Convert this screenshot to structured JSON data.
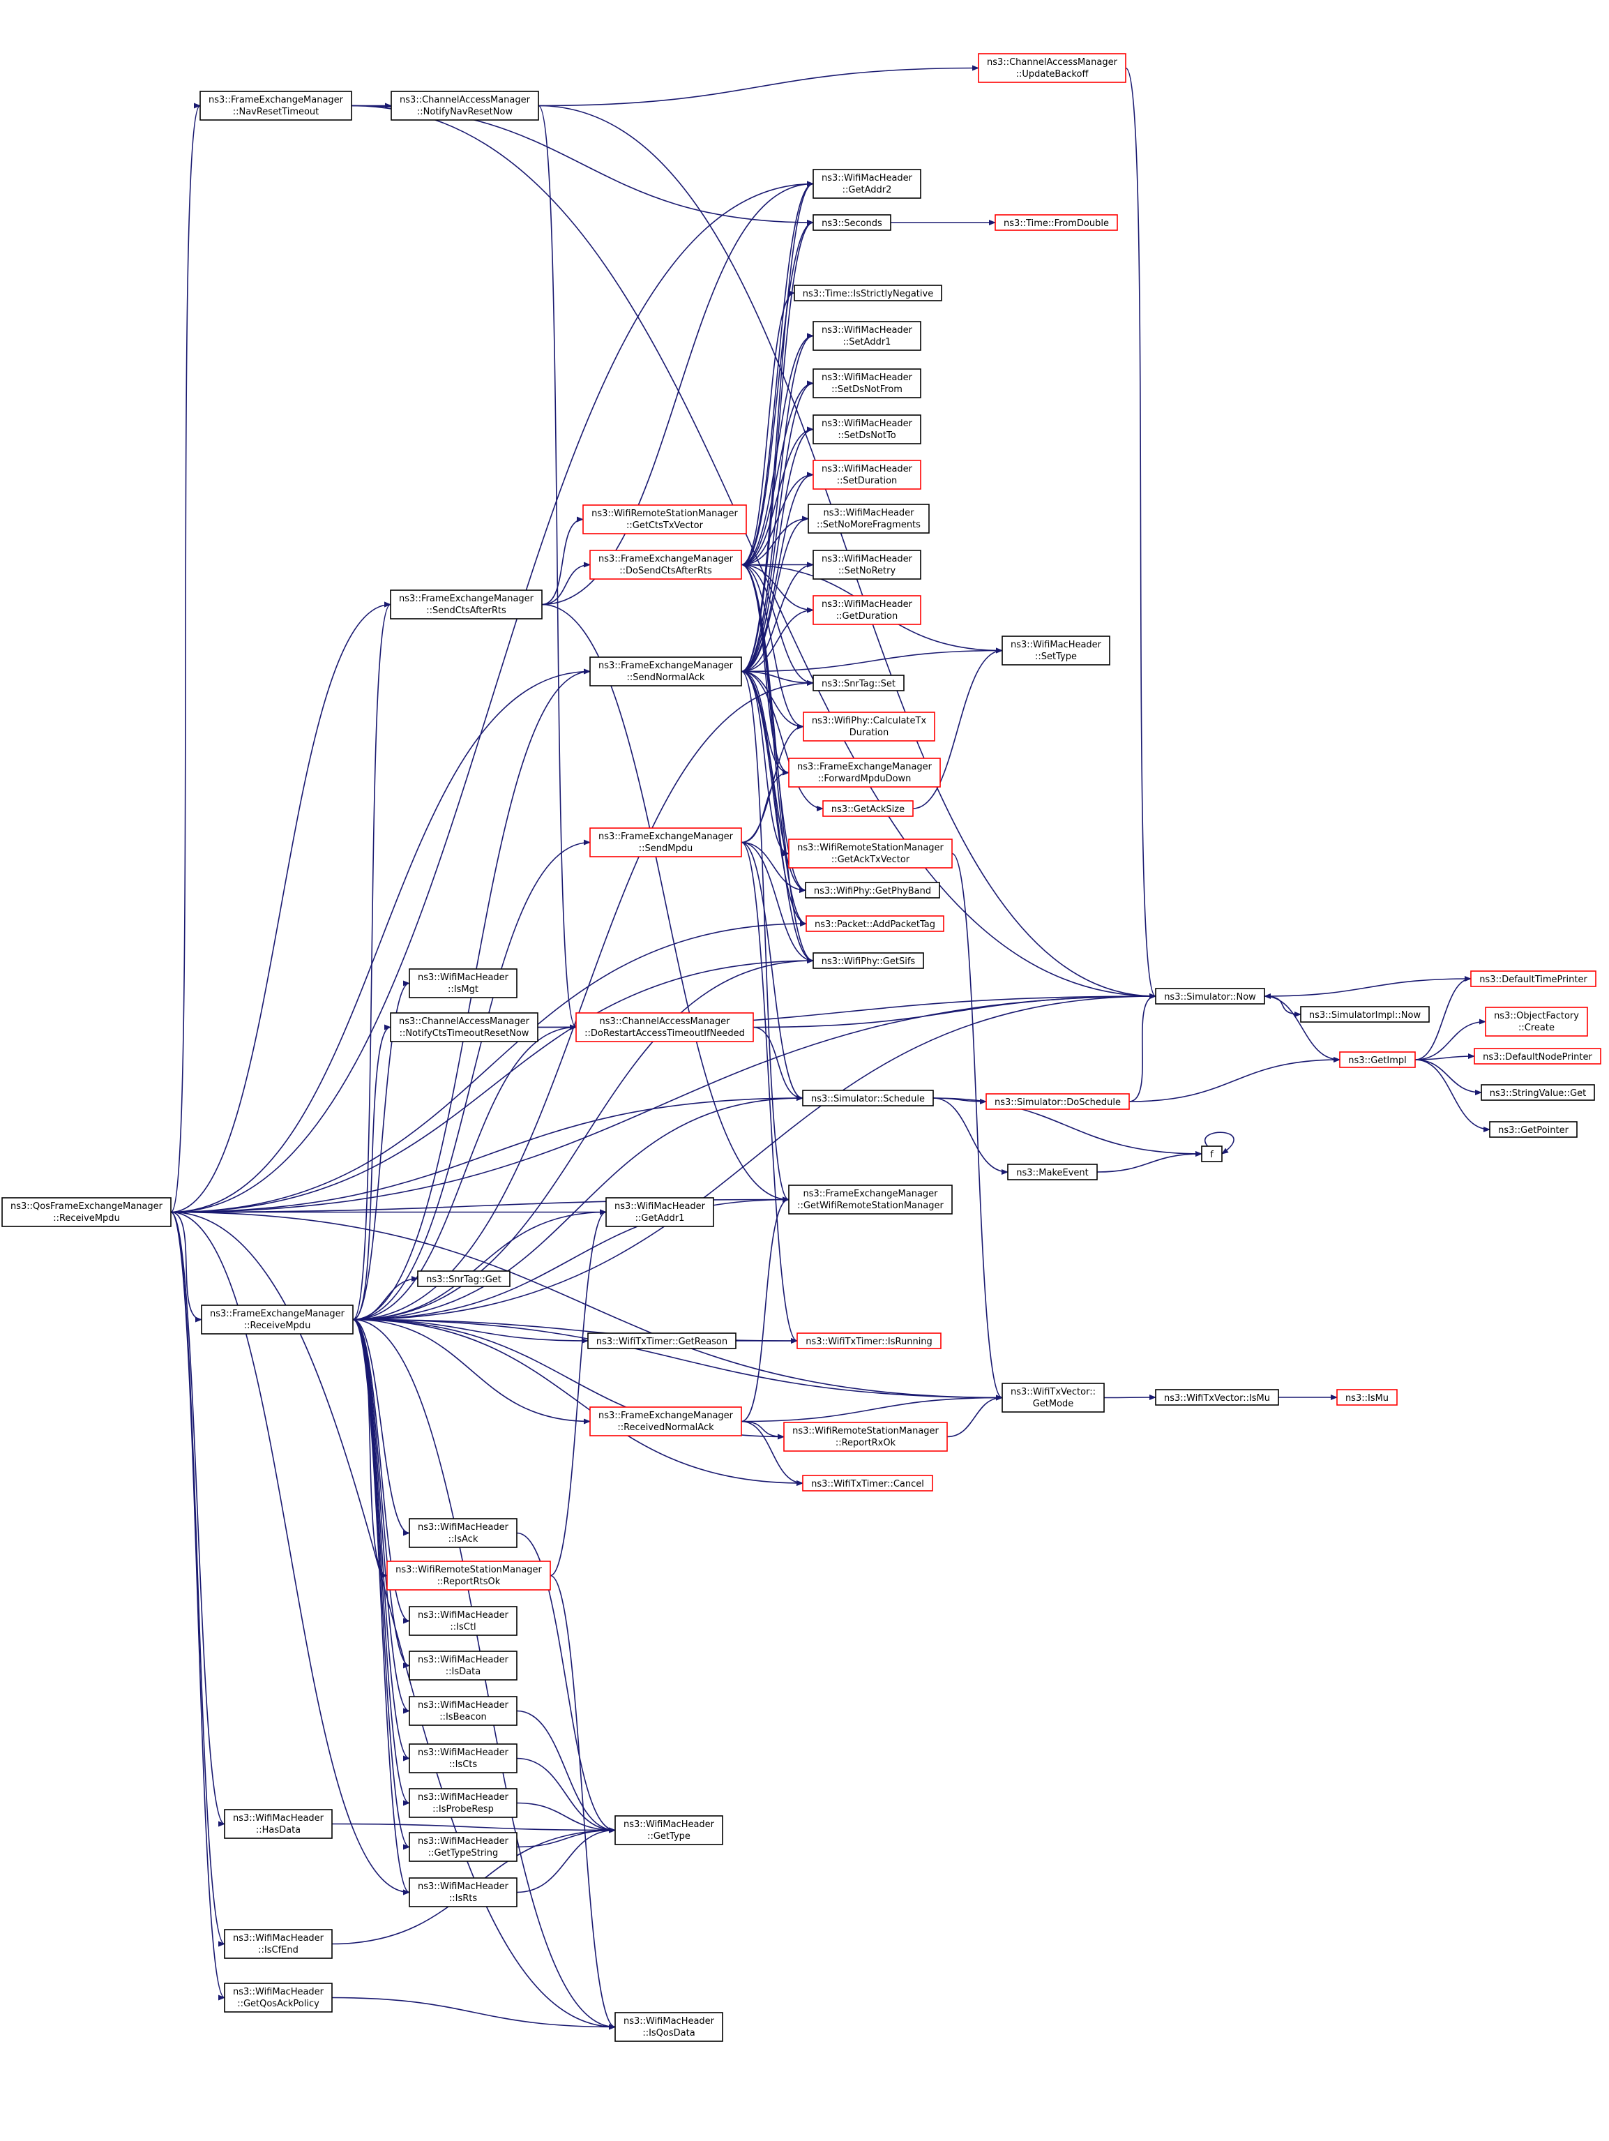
{
  "colors": {
    "edge": "#191970",
    "black": "#000000",
    "red": "#ff0000",
    "root_fill": "#bfbfbf",
    "node_fill": "#ffffff"
  },
  "nodes": [
    {
      "id": "root",
      "lines": [
        "ns3::QosFrameExchangeManager",
        "::ReceiveMpdu"
      ],
      "border": "black",
      "root": true
    },
    {
      "id": "navReset",
      "lines": [
        "ns3::FrameExchangeManager",
        "::NavResetTimeout"
      ],
      "border": "black"
    },
    {
      "id": "notifyNav",
      "lines": [
        "ns3::ChannelAccessManager",
        "::NotifyNavResetNow"
      ],
      "border": "black"
    },
    {
      "id": "updateBackoff",
      "lines": [
        "ns3::ChannelAccessManager",
        "::UpdateBackoff"
      ],
      "border": "red"
    },
    {
      "id": "getAddr2",
      "lines": [
        "ns3::WifiMacHeader",
        "::GetAddr2"
      ],
      "border": "black"
    },
    {
      "id": "seconds",
      "lines": [
        "ns3::Seconds"
      ],
      "border": "black"
    },
    {
      "id": "fromDouble",
      "lines": [
        "ns3::Time::FromDouble"
      ],
      "border": "red"
    },
    {
      "id": "isStrictlyNeg",
      "lines": [
        "ns3::Time::IsStrictlyNegative"
      ],
      "border": "black"
    },
    {
      "id": "setAddr1",
      "lines": [
        "ns3::WifiMacHeader",
        "::SetAddr1"
      ],
      "border": "black"
    },
    {
      "id": "setDsNotFrom",
      "lines": [
        "ns3::WifiMacHeader",
        "::SetDsNotFrom"
      ],
      "border": "black"
    },
    {
      "id": "setDsNotTo",
      "lines": [
        "ns3::WifiMacHeader",
        "::SetDsNotTo"
      ],
      "border": "black"
    },
    {
      "id": "setDuration",
      "lines": [
        "ns3::WifiMacHeader",
        "::SetDuration"
      ],
      "border": "red"
    },
    {
      "id": "setNoMoreFrag",
      "lines": [
        "ns3::WifiMacHeader",
        "::SetNoMoreFragments"
      ],
      "border": "black"
    },
    {
      "id": "setNoRetry",
      "lines": [
        "ns3::WifiMacHeader",
        "::SetNoRetry"
      ],
      "border": "black"
    },
    {
      "id": "getDuration",
      "lines": [
        "ns3::WifiMacHeader",
        "::GetDuration"
      ],
      "border": "red"
    },
    {
      "id": "getCtsTxVector",
      "lines": [
        "ns3::WifiRemoteStationManager",
        "::GetCtsTxVector"
      ],
      "border": "red"
    },
    {
      "id": "doSendCts",
      "lines": [
        "ns3::FrameExchangeManager",
        "::DoSendCtsAfterRts"
      ],
      "border": "red"
    },
    {
      "id": "sendCts",
      "lines": [
        "ns3::FrameExchangeManager",
        "::SendCtsAfterRts"
      ],
      "border": "black"
    },
    {
      "id": "sendNormalAck",
      "lines": [
        "ns3::FrameExchangeManager",
        "::SendNormalAck"
      ],
      "border": "black"
    },
    {
      "id": "setType",
      "lines": [
        "ns3::WifiMacHeader",
        "::SetType"
      ],
      "border": "black"
    },
    {
      "id": "snrSet",
      "lines": [
        "ns3::SnrTag::Set"
      ],
      "border": "black"
    },
    {
      "id": "calcTxDur",
      "lines": [
        "ns3::WifiPhy::CalculateTx",
        "Duration"
      ],
      "border": "red"
    },
    {
      "id": "fwdMpduDown",
      "lines": [
        "ns3::FrameExchangeManager",
        "::ForwardMpduDown"
      ],
      "border": "red"
    },
    {
      "id": "getAckSize",
      "lines": [
        "ns3::GetAckSize"
      ],
      "border": "red"
    },
    {
      "id": "sendMpdu",
      "lines": [
        "ns3::FrameExchangeManager",
        "::SendMpdu"
      ],
      "border": "red"
    },
    {
      "id": "getAckTxVector",
      "lines": [
        "ns3::WifiRemoteStationManager",
        "::GetAckTxVector"
      ],
      "border": "red"
    },
    {
      "id": "getPhyBand",
      "lines": [
        "ns3::WifiPhy::GetPhyBand"
      ],
      "border": "black"
    },
    {
      "id": "addPacketTag",
      "lines": [
        "ns3::Packet::AddPacketTag"
      ],
      "border": "red"
    },
    {
      "id": "getSifs",
      "lines": [
        "ns3::WifiPhy::GetSifs"
      ],
      "border": "black"
    },
    {
      "id": "isMgt",
      "lines": [
        "ns3::WifiMacHeader",
        "::IsMgt"
      ],
      "border": "black"
    },
    {
      "id": "notifyCtsTimeout",
      "lines": [
        "ns3::ChannelAccessManager",
        "::NotifyCtsTimeoutResetNow"
      ],
      "border": "black"
    },
    {
      "id": "doRestart",
      "lines": [
        "ns3::ChannelAccessManager",
        "::DoRestartAccessTimeoutIfNeeded"
      ],
      "border": "red"
    },
    {
      "id": "simNow",
      "lines": [
        "ns3::Simulator::Now"
      ],
      "border": "black"
    },
    {
      "id": "simImplNow",
      "lines": [
        "ns3::SimulatorImpl::Now"
      ],
      "border": "black"
    },
    {
      "id": "defTimePrinter",
      "lines": [
        "ns3::DefaultTimePrinter"
      ],
      "border": "red"
    },
    {
      "id": "objFactory",
      "lines": [
        "ns3::ObjectFactory",
        "::Create"
      ],
      "border": "red"
    },
    {
      "id": "getImpl",
      "lines": [
        "ns3::GetImpl"
      ],
      "border": "red"
    },
    {
      "id": "defNodePrinter",
      "lines": [
        "ns3::DefaultNodePrinter"
      ],
      "border": "red"
    },
    {
      "id": "strValGet",
      "lines": [
        "ns3::StringValue::Get"
      ],
      "border": "black"
    },
    {
      "id": "getPointer",
      "lines": [
        "ns3::GetPointer"
      ],
      "border": "black"
    },
    {
      "id": "simSchedule",
      "lines": [
        "ns3::Simulator::Schedule"
      ],
      "border": "black"
    },
    {
      "id": "simDoSchedule",
      "lines": [
        "ns3::Simulator::DoSchedule"
      ],
      "border": "red"
    },
    {
      "id": "f",
      "lines": [
        "f"
      ],
      "border": "black"
    },
    {
      "id": "makeEvent",
      "lines": [
        "ns3::MakeEvent"
      ],
      "border": "black"
    },
    {
      "id": "getWrsm",
      "lines": [
        "ns3::FrameExchangeManager",
        "::GetWifiRemoteStationManager"
      ],
      "border": "black"
    },
    {
      "id": "getAddr1",
      "lines": [
        "ns3::WifiMacHeader",
        "::GetAddr1"
      ],
      "border": "black"
    },
    {
      "id": "snrGet",
      "lines": [
        "ns3::SnrTag::Get"
      ],
      "border": "black"
    },
    {
      "id": "receiveMpdu",
      "lines": [
        "ns3::FrameExchangeManager",
        "::ReceiveMpdu"
      ],
      "border": "black"
    },
    {
      "id": "getReason",
      "lines": [
        "ns3::WifiTxTimer::GetReason"
      ],
      "border": "black"
    },
    {
      "id": "isRunning",
      "lines": [
        "ns3::WifiTxTimer::IsRunning"
      ],
      "border": "red"
    },
    {
      "id": "getMode",
      "lines": [
        "ns3::WifiTxVector::",
        "GetMode"
      ],
      "border": "black"
    },
    {
      "id": "isMuVec",
      "lines": [
        "ns3::WifiTxVector::IsMu"
      ],
      "border": "black"
    },
    {
      "id": "isMu",
      "lines": [
        "ns3::IsMu"
      ],
      "border": "red"
    },
    {
      "id": "recvNormalAck",
      "lines": [
        "ns3::FrameExchangeManager",
        "::ReceivedNormalAck"
      ],
      "border": "red"
    },
    {
      "id": "reportRxOk",
      "lines": [
        "ns3::WifiRemoteStationManager",
        "::ReportRxOk"
      ],
      "border": "red"
    },
    {
      "id": "txCancel",
      "lines": [
        "ns3::WifiTxTimer::Cancel"
      ],
      "border": "red"
    },
    {
      "id": "isAck",
      "lines": [
        "ns3::WifiMacHeader",
        "::IsAck"
      ],
      "border": "black"
    },
    {
      "id": "reportRtsOk",
      "lines": [
        "ns3::WifiRemoteStationManager",
        "::ReportRtsOk"
      ],
      "border": "red"
    },
    {
      "id": "isCtl",
      "lines": [
        "ns3::WifiMacHeader",
        "::IsCtl"
      ],
      "border": "black"
    },
    {
      "id": "isData",
      "lines": [
        "ns3::WifiMacHeader",
        "::IsData"
      ],
      "border": "black"
    },
    {
      "id": "isBeacon",
      "lines": [
        "ns3::WifiMacHeader",
        "::IsBeacon"
      ],
      "border": "black"
    },
    {
      "id": "isCts",
      "lines": [
        "ns3::WifiMacHeader",
        "::IsCts"
      ],
      "border": "black"
    },
    {
      "id": "isProbeResp",
      "lines": [
        "ns3::WifiMacHeader",
        "::IsProbeResp"
      ],
      "border": "black"
    },
    {
      "id": "getTypeString",
      "lines": [
        "ns3::WifiMacHeader",
        "::GetTypeString"
      ],
      "border": "black"
    },
    {
      "id": "getType",
      "lines": [
        "ns3::WifiMacHeader",
        "::GetType"
      ],
      "border": "black"
    },
    {
      "id": "hasData",
      "lines": [
        "ns3::WifiMacHeader",
        "::HasData"
      ],
      "border": "black"
    },
    {
      "id": "isRts",
      "lines": [
        "ns3::WifiMacHeader",
        "::IsRts"
      ],
      "border": "black"
    },
    {
      "id": "isCfEnd",
      "lines": [
        "ns3::WifiMacHeader",
        "::IsCfEnd"
      ],
      "border": "black"
    },
    {
      "id": "getQosAck",
      "lines": [
        "ns3::WifiMacHeader",
        "::GetQosAckPolicy"
      ],
      "border": "black"
    },
    {
      "id": "isQosData",
      "lines": [
        "ns3::WifiMacHeader",
        "::IsQosData"
      ],
      "border": "black"
    }
  ],
  "edges": [
    [
      "root",
      "navReset"
    ],
    [
      "root",
      "getAddr2"
    ],
    [
      "root",
      "simNow"
    ],
    [
      "root",
      "sendCts"
    ],
    [
      "root",
      "sendNormalAck"
    ],
    [
      "root",
      "addPacketTag"
    ],
    [
      "root",
      "getSifs"
    ],
    [
      "root",
      "simSchedule"
    ],
    [
      "root",
      "getAddr1"
    ],
    [
      "root",
      "receiveMpdu"
    ],
    [
      "root",
      "getWrsm"
    ],
    [
      "root",
      "hasData"
    ],
    [
      "root",
      "isRts"
    ],
    [
      "root",
      "isCfEnd"
    ],
    [
      "root",
      "getQosAck"
    ],
    [
      "root",
      "isQosData"
    ],
    [
      "root",
      "getMode"
    ],
    [
      "navReset",
      "notifyNav"
    ],
    [
      "navReset",
      "simNow"
    ],
    [
      "navReset",
      "seconds"
    ],
    [
      "notifyNav",
      "updateBackoff"
    ],
    [
      "notifyNav",
      "simNow"
    ],
    [
      "notifyNav",
      "doRestart"
    ],
    [
      "updateBackoff",
      "simNow"
    ],
    [
      "seconds",
      "fromDouble"
    ],
    [
      "sendCts",
      "getCtsTxVector"
    ],
    [
      "sendCts",
      "doSendCts"
    ],
    [
      "sendCts",
      "getAddr2"
    ],
    [
      "sendCts",
      "getWrsm"
    ],
    [
      "doSendCts",
      "getAddr2"
    ],
    [
      "doSendCts",
      "seconds"
    ],
    [
      "doSendCts",
      "isStrictlyNeg"
    ],
    [
      "doSendCts",
      "setAddr1"
    ],
    [
      "doSendCts",
      "setDsNotFrom"
    ],
    [
      "doSendCts",
      "setDsNotTo"
    ],
    [
      "doSendCts",
      "setDuration"
    ],
    [
      "doSendCts",
      "setNoMoreFrag"
    ],
    [
      "doSendCts",
      "setNoRetry"
    ],
    [
      "doSendCts",
      "getDuration"
    ],
    [
      "doSendCts",
      "setType"
    ],
    [
      "doSendCts",
      "snrSet"
    ],
    [
      "doSendCts",
      "calcTxDur"
    ],
    [
      "doSendCts",
      "fwdMpduDown"
    ],
    [
      "doSendCts",
      "getPhyBand"
    ],
    [
      "doSendCts",
      "addPacketTag"
    ],
    [
      "doSendCts",
      "getSifs"
    ],
    [
      "sendNormalAck",
      "getAddr2"
    ],
    [
      "sendNormalAck",
      "seconds"
    ],
    [
      "sendNormalAck",
      "setAddr1"
    ],
    [
      "sendNormalAck",
      "setDsNotFrom"
    ],
    [
      "sendNormalAck",
      "setDsNotTo"
    ],
    [
      "sendNormalAck",
      "setDuration"
    ],
    [
      "sendNormalAck",
      "setNoMoreFrag"
    ],
    [
      "sendNormalAck",
      "setNoRetry"
    ],
    [
      "sendNormalAck",
      "getDuration"
    ],
    [
      "sendNormalAck",
      "setType"
    ],
    [
      "sendNormalAck",
      "snrSet"
    ],
    [
      "sendNormalAck",
      "calcTxDur"
    ],
    [
      "sendNormalAck",
      "fwdMpduDown"
    ],
    [
      "sendNormalAck",
      "getAckSize"
    ],
    [
      "sendNormalAck",
      "getAckTxVector"
    ],
    [
      "sendNormalAck",
      "getPhyBand"
    ],
    [
      "sendNormalAck",
      "addPacketTag"
    ],
    [
      "sendNormalAck",
      "getSifs"
    ],
    [
      "sendNormalAck",
      "getWrsm"
    ],
    [
      "getAckSize",
      "setType"
    ],
    [
      "getAckTxVector",
      "getMode"
    ],
    [
      "sendMpdu",
      "fwdMpduDown"
    ],
    [
      "sendMpdu",
      "calcTxDur"
    ],
    [
      "sendMpdu",
      "getPhyBand"
    ],
    [
      "sendMpdu",
      "getSifs"
    ],
    [
      "sendMpdu",
      "simSchedule"
    ],
    [
      "sendMpdu",
      "isRunning"
    ],
    [
      "receiveMpdu",
      "sendCts"
    ],
    [
      "receiveMpdu",
      "sendNormalAck"
    ],
    [
      "receiveMpdu",
      "sendMpdu"
    ],
    [
      "receiveMpdu",
      "snrSet"
    ],
    [
      "receiveMpdu",
      "getSifs"
    ],
    [
      "receiveMpdu",
      "isMgt"
    ],
    [
      "receiveMpdu",
      "notifyCtsTimeout"
    ],
    [
      "receiveMpdu",
      "doRestart"
    ],
    [
      "receiveMpdu",
      "simNow"
    ],
    [
      "receiveMpdu",
      "simSchedule"
    ],
    [
      "receiveMpdu",
      "getWrsm"
    ],
    [
      "receiveMpdu",
      "getAddr1"
    ],
    [
      "receiveMpdu",
      "snrGet"
    ],
    [
      "receiveMpdu",
      "getReason"
    ],
    [
      "receiveMpdu",
      "isRunning"
    ],
    [
      "receiveMpdu",
      "getMode"
    ],
    [
      "receiveMpdu",
      "recvNormalAck"
    ],
    [
      "receiveMpdu",
      "reportRxOk"
    ],
    [
      "receiveMpdu",
      "txCancel"
    ],
    [
      "receiveMpdu",
      "isAck"
    ],
    [
      "receiveMpdu",
      "reportRtsOk"
    ],
    [
      "receiveMpdu",
      "isCtl"
    ],
    [
      "receiveMpdu",
      "isData"
    ],
    [
      "receiveMpdu",
      "isBeacon"
    ],
    [
      "receiveMpdu",
      "isCts"
    ],
    [
      "receiveMpdu",
      "isProbeResp"
    ],
    [
      "receiveMpdu",
      "getTypeString"
    ],
    [
      "receiveMpdu",
      "isRts"
    ],
    [
      "receiveMpdu",
      "isQosData"
    ],
    [
      "notifyCtsTimeout",
      "doRestart"
    ],
    [
      "notifyCtsTimeout",
      "simNow"
    ],
    [
      "doRestart",
      "simNow"
    ],
    [
      "doRestart",
      "simSchedule"
    ],
    [
      "simNow",
      "simImplNow"
    ],
    [
      "simNow",
      "getImpl"
    ],
    [
      "defTimePrinter",
      "simNow"
    ],
    [
      "getImpl",
      "defTimePrinter"
    ],
    [
      "getImpl",
      "objFactory"
    ],
    [
      "getImpl",
      "defNodePrinter"
    ],
    [
      "getImpl",
      "strValGet"
    ],
    [
      "getImpl",
      "getPointer"
    ],
    [
      "simSchedule",
      "simDoSchedule"
    ],
    [
      "simSchedule",
      "makeEvent"
    ],
    [
      "simSchedule",
      "f"
    ],
    [
      "simDoSchedule",
      "simNow"
    ],
    [
      "simDoSchedule",
      "getImpl"
    ],
    [
      "makeEvent",
      "f"
    ],
    [
      "f",
      "f"
    ],
    [
      "getReason",
      "isRunning"
    ],
    [
      "getMode",
      "isMuVec"
    ],
    [
      "isMuVec",
      "isMu"
    ],
    [
      "recvNormalAck",
      "getMode"
    ],
    [
      "recvNormalAck",
      "reportRxOk"
    ],
    [
      "recvNormalAck",
      "txCancel"
    ],
    [
      "recvNormalAck",
      "getWrsm"
    ],
    [
      "reportRxOk",
      "getMode"
    ],
    [
      "reportRtsOk",
      "getAddr1"
    ],
    [
      "reportRtsOk",
      "isQosData"
    ],
    [
      "isAck",
      "getType"
    ],
    [
      "isBeacon",
      "getType"
    ],
    [
      "isCts",
      "getType"
    ],
    [
      "isProbeResp",
      "getType"
    ],
    [
      "getTypeString",
      "getType"
    ],
    [
      "isRts",
      "getType"
    ],
    [
      "hasData",
      "getType"
    ],
    [
      "isCfEnd",
      "getType"
    ],
    [
      "getQosAck",
      "isQosData"
    ]
  ]
}
